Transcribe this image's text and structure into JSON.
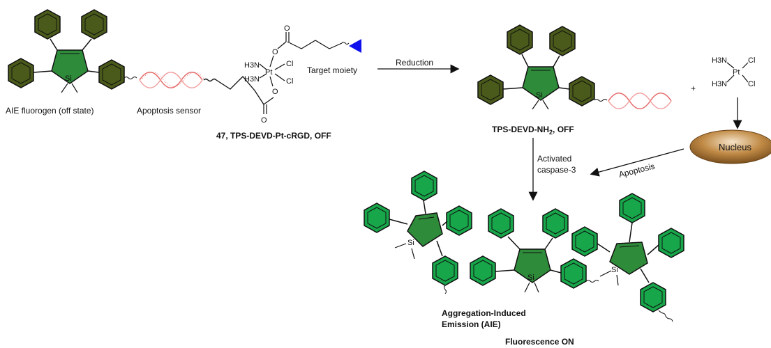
{
  "labels": {
    "aie_off": "AIE fluorogen (off state)",
    "apoptosis_sensor": "Apoptosis sensor",
    "target_moiety": "Target moiety",
    "compound_47": "47, TPS-DEVD-Pt-cRGD,  OFF",
    "reduction": "Reduction",
    "tps_devd_prefix": "TPS-DEVD-NH",
    "tps_devd_sub": "2",
    "tps_devd_suffix": ", OFF",
    "activated": "Activated",
    "caspase": "caspase-3",
    "apoptosis": "Apoptosis",
    "plus": "+",
    "nucleus": "Nucleus",
    "aie_line1": "Aggregation-Induced",
    "aie_line2": "Emission (AIE)",
    "fluorescence": "Fluorescence ON"
  },
  "atoms": {
    "si": "Si",
    "pt": "Pt",
    "cl": "Cl",
    "h3n": "H3N",
    "o": "O"
  },
  "colors": {
    "off_ring": "#4a5a1a",
    "off_aromatic": "#6b7a22",
    "on_ring": "#17a64a",
    "silole_core": "#2e8b3a",
    "dna_wave": "#e56a6a",
    "target_triangle": "#1010ee",
    "nucleus_fill": "#a8732e",
    "bond": "#111111"
  }
}
